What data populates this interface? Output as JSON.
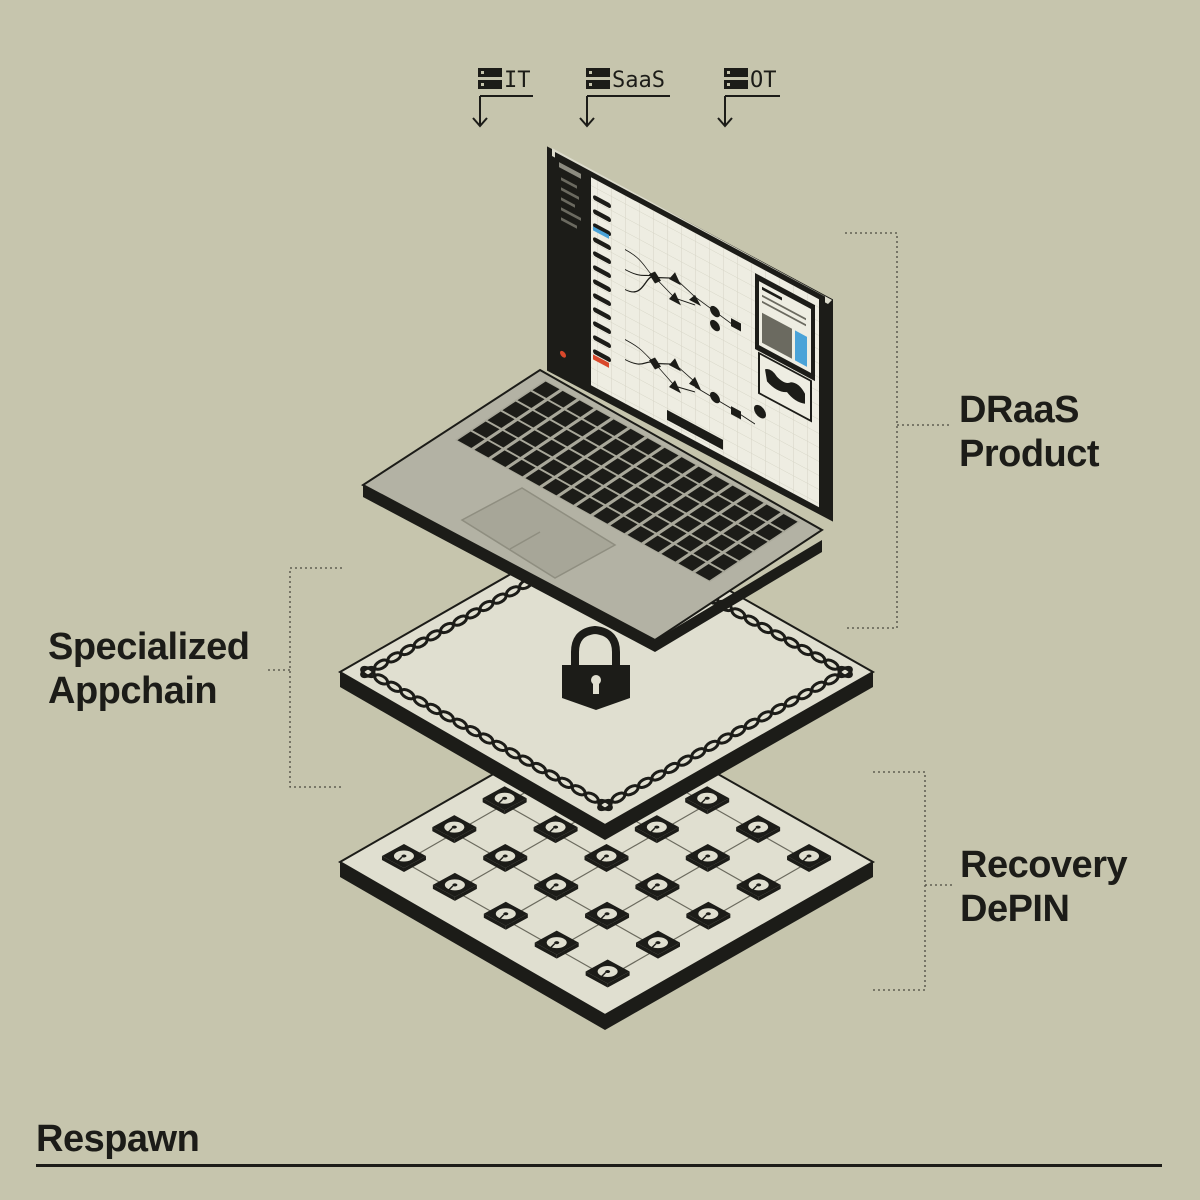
{
  "sources": [
    {
      "label": "IT",
      "icon": "server-icon"
    },
    {
      "label": "SaaS",
      "icon": "server-icon"
    },
    {
      "label": "OT",
      "icon": "server-icon"
    }
  ],
  "layers": {
    "top": {
      "line1": "DRaaS",
      "line2": "Product"
    },
    "middle": {
      "line1": "Specialized",
      "line2": "Appchain"
    },
    "bottom": {
      "line1": "Recovery",
      "line2": "DePIN"
    }
  },
  "brand": "Respawn",
  "colors": {
    "background": "#c6c5ad",
    "ink": "#1c1c18",
    "plate": "#e0dfd0",
    "screen_accent_blue": "#4aa3d8",
    "screen_accent_red": "#d9482b"
  }
}
